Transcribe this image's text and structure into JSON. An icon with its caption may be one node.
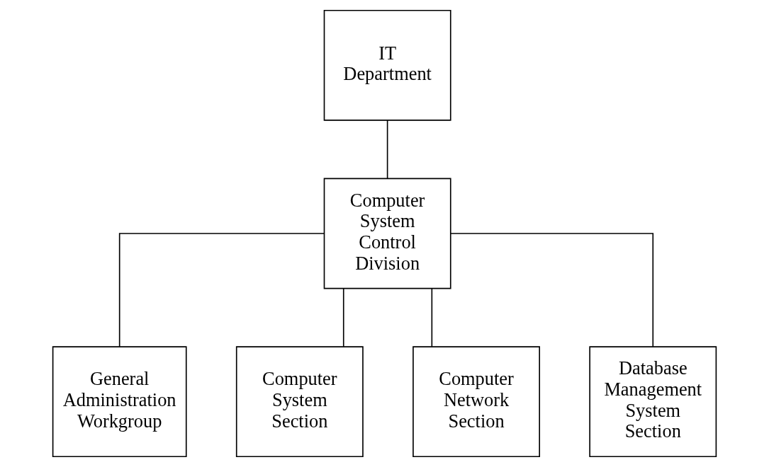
{
  "diagram": {
    "nodes": [
      {
        "text": [
          "IT Department"
        ]
      },
      {
        "text": [
          "Computer System Control Division"
        ]
      },
      {
        "text": [
          "General Administration Workgroup"
        ]
      },
      {
        "text": [
          "Computer System Section"
        ]
      },
      {
        "text": [
          "Computer Network Section"
        ]
      },
      {
        "text": [
          "Database Management System Section"
        ]
      }
    ],
    "edges": [
      {
        "from": 0,
        "to": 1,
        "arrow": "none"
      },
      {
        "from": 1,
        "to": 2,
        "arrow": "none"
      },
      {
        "from": 1,
        "to": 3,
        "arrow": "none"
      },
      {
        "from": 1,
        "to": 4,
        "arrow": "none"
      },
      {
        "from": 1,
        "to": 5,
        "arrow": "none"
      }
    ]
  }
}
